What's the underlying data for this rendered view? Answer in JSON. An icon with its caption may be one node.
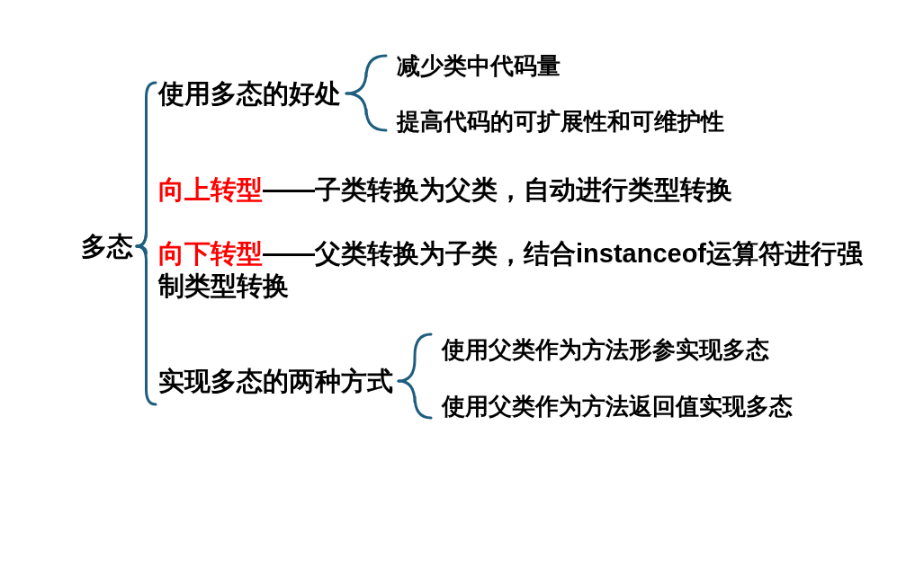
{
  "diagram": {
    "nodes": [
      {
        "text": [
          "多态"
        ]
      },
      {
        "text": [
          "使用多态的好处"
        ]
      },
      {
        "text": [
          "减少类中代码量"
        ]
      },
      {
        "text": [
          "提高代码的可扩展性和可维护性"
        ]
      },
      {
        "text": [
          "向上转型",
          "——子类转换为父类，自动进行类型转换"
        ]
      },
      {
        "text": [
          "向下转型",
          "——父类转换为子类，结合instanceof运算符进行强制类型转换"
        ]
      },
      {
        "text": [
          "实现多态的两种方式"
        ]
      },
      {
        "text": [
          "使用父类作为方法形参实现多态"
        ]
      },
      {
        "text": [
          "使用父类作为方法返回值实现多态"
        ]
      }
    ],
    "edges": [
      {
        "from": 0,
        "to": 1,
        "arrow": "none"
      },
      {
        "from": 0,
        "to": 4,
        "arrow": "none"
      },
      {
        "from": 0,
        "to": 5,
        "arrow": "none"
      },
      {
        "from": 0,
        "to": 6,
        "arrow": "none"
      },
      {
        "from": 1,
        "to": 2,
        "arrow": "none"
      },
      {
        "from": 1,
        "to": 3,
        "arrow": "none"
      },
      {
        "from": 6,
        "to": 7,
        "arrow": "none"
      },
      {
        "from": 6,
        "to": 8,
        "arrow": "none"
      }
    ]
  }
}
